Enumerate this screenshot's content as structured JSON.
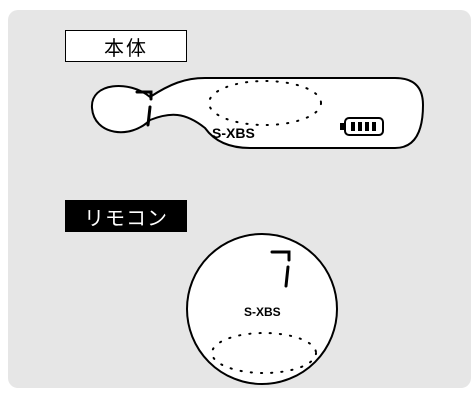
{
  "labels": {
    "main_unit": "本体",
    "remote": "リモコン"
  },
  "main_display": {
    "digit": "7",
    "sxbs_text": "S-XBS",
    "battery_icon": "battery-full-icon"
  },
  "remote_display": {
    "digit": "7",
    "sxbs_text": "S-XBS"
  },
  "colors": {
    "panel": "#e6e6e6",
    "outline": "#000000",
    "display_fill": "#ffffff"
  }
}
